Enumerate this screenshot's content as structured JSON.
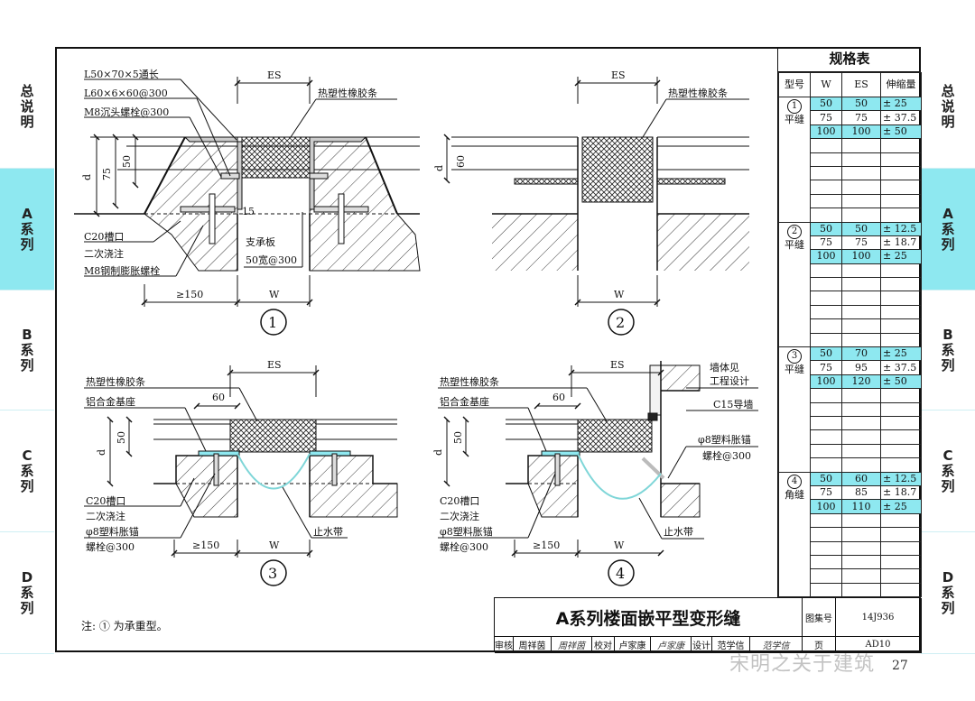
{
  "side_tabs_left": [
    {
      "prefix": "",
      "label": "总说明",
      "active": false
    },
    {
      "prefix": "A",
      "label": "系列",
      "active": true
    },
    {
      "prefix": "B",
      "label": "系列",
      "active": false
    },
    {
      "prefix": "C",
      "label": "系列",
      "active": false
    },
    {
      "prefix": "D",
      "label": "系列",
      "active": false
    }
  ],
  "side_tabs_right": [
    {
      "prefix": "",
      "label": "总说明",
      "active": false
    },
    {
      "prefix": "A",
      "label": "系列",
      "active": true
    },
    {
      "prefix": "B",
      "label": "系列",
      "active": false
    },
    {
      "prefix": "C",
      "label": "系列",
      "active": false
    },
    {
      "prefix": "D",
      "label": "系列",
      "active": false
    }
  ],
  "colors": {
    "accent": "#8ee8f0",
    "waterstop": "#7fd6d8",
    "line": "#111111"
  },
  "details": {
    "d1": {
      "number": "1",
      "labels": [
        "L50×70×5通长",
        "L60×6×60@300",
        "M8沉头螺栓@300"
      ],
      "strip": "热塑性橡胶条",
      "es": "ES",
      "d": "d",
      "dim75": "75",
      "dim50": "50",
      "dim15": "15",
      "bottom_labels": [
        "C20槽口",
        "二次浇注",
        "M8钢制膨胀螺栓"
      ],
      "support": [
        "支承板",
        "50宽@300"
      ],
      "ge150": "≥150",
      "w": "W"
    },
    "d2": {
      "number": "2",
      "es": "ES",
      "strip": "热塑性橡胶条",
      "d": "d",
      "dim60": "60",
      "w": "W"
    },
    "d3": {
      "number": "3",
      "es": "ES",
      "labels": [
        "热塑性橡胶条",
        "铝合金基座"
      ],
      "dim60": "60",
      "d": "d",
      "dim50": "50",
      "bottom_labels": [
        "C20槽口",
        "二次浇注",
        "φ8塑料胀锚",
        "螺栓@300"
      ],
      "waterstop": "止水带",
      "ge150": "≥150",
      "w": "W"
    },
    "d4": {
      "number": "4",
      "es": "ES",
      "labels": [
        "热塑性橡胶条",
        "铝合金基座"
      ],
      "dim60": "60",
      "d": "d",
      "dim50": "50",
      "bottom_labels": [
        "C20槽口",
        "二次浇注",
        "φ8塑料胀锚",
        "螺栓@300"
      ],
      "right_labels": [
        "墙体见",
        "工程设计",
        "C15导墙",
        "φ8塑料胀锚",
        "螺栓@300"
      ],
      "waterstop": "止水带",
      "ge150": "≥150",
      "w": "W"
    }
  },
  "note": "注: ① 为承重型。",
  "spec_table": {
    "title": "规格表",
    "headers": [
      "型号",
      "W",
      "ES",
      "伸缩量"
    ],
    "groups": [
      {
        "num": "1",
        "type": "平缝",
        "rows": [
          [
            "50",
            "50",
            "± 25"
          ],
          [
            "75",
            "75",
            "± 37.5"
          ],
          [
            "100",
            "100",
            "± 50"
          ]
        ]
      },
      {
        "num": "2",
        "type": "平缝",
        "rows": [
          [
            "50",
            "50",
            "± 12.5"
          ],
          [
            "75",
            "75",
            "± 18.7"
          ],
          [
            "100",
            "100",
            "± 25"
          ]
        ]
      },
      {
        "num": "3",
        "type": "平缝",
        "rows": [
          [
            "50",
            "70",
            "± 25"
          ],
          [
            "75",
            "95",
            "± 37.5"
          ],
          [
            "100",
            "120",
            "± 50"
          ]
        ]
      },
      {
        "num": "4",
        "type": "角缝",
        "rows": [
          [
            "50",
            "60",
            "± 12.5"
          ],
          [
            "75",
            "85",
            "± 18.7"
          ],
          [
            "100",
            "110",
            "± 25"
          ]
        ]
      }
    ]
  },
  "title_block": {
    "title": "A系列楼面嵌平型变形缝",
    "atlas_label": "图集号",
    "atlas_no": "14J936",
    "review_label": "审核",
    "reviewer": "周祥茵",
    "reviewer_sig": "周祥茵",
    "check_label": "校对",
    "checker": "卢家康",
    "checker_sig": "卢家康",
    "design_label": "设计",
    "designer": "范学信",
    "designer_sig": "范学信",
    "page_label": "页",
    "page_code": "AD10"
  },
  "page_number": "27",
  "watermark": "宋明之关于建筑"
}
